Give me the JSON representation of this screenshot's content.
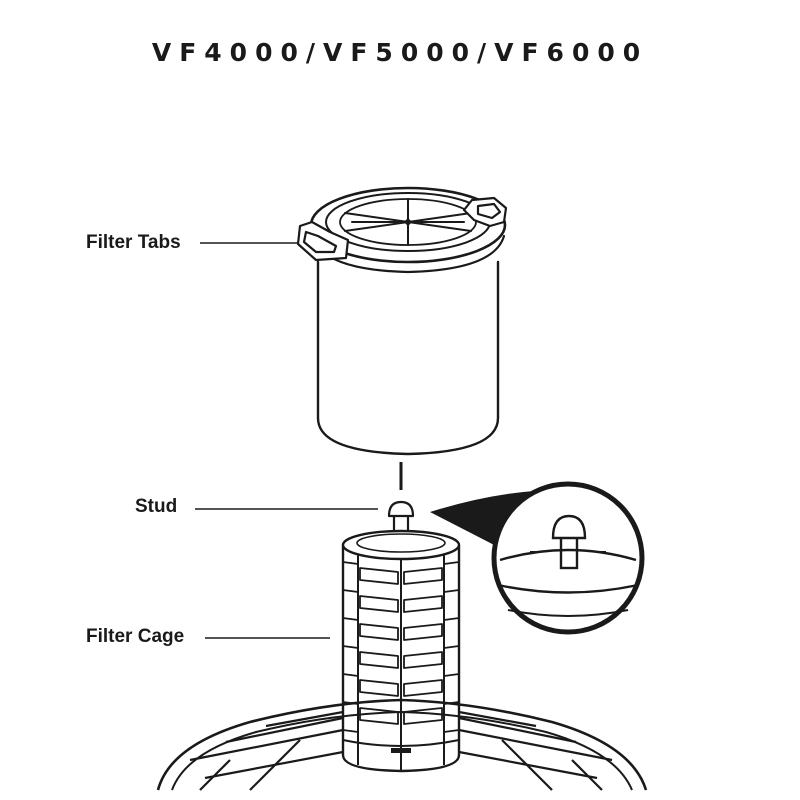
{
  "title": "VF4000/VF5000/VF6000",
  "labels": {
    "filter_tabs": "Filter Tabs",
    "stud": "Stud",
    "filter_cage": "Filter Cage"
  },
  "colors": {
    "ink": "#1a1a1a",
    "background": "#ffffff"
  }
}
